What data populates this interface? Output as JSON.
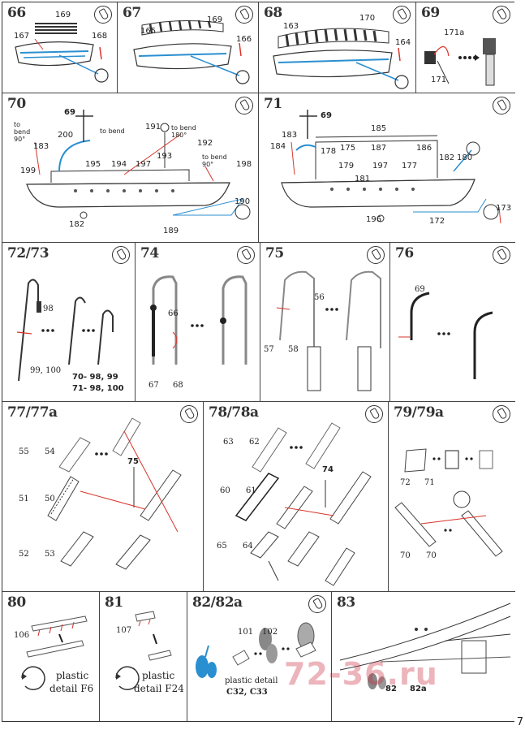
{
  "page_number": "7",
  "watermark": "72-36.ru",
  "steps": {
    "s66": {
      "label": "66",
      "parts": [
        "169",
        "167",
        "168"
      ]
    },
    "s67": {
      "label": "67",
      "parts": [
        "169",
        "165",
        "166"
      ]
    },
    "s68": {
      "label": "68",
      "parts": [
        "163",
        "170",
        "164"
      ]
    },
    "s69": {
      "label": "69",
      "parts": [
        "171a",
        "171"
      ]
    },
    "s70": {
      "label": "70",
      "parts": [
        "69",
        "200",
        "183",
        "199",
        "195",
        "194",
        "191",
        "193",
        "192",
        "198",
        "197",
        "190",
        "189",
        "182"
      ],
      "notes": [
        "to bend 90°",
        "to bend",
        "to bend 180°",
        "to bend 90°"
      ]
    },
    "s71": {
      "label": "71",
      "parts": [
        "69",
        "185",
        "183",
        "184",
        "178",
        "175",
        "187",
        "186",
        "182",
        "180",
        "179",
        "181",
        "197",
        "177",
        "196",
        "172",
        "173"
      ]
    },
    "s7273": {
      "label": "72/73",
      "parts": [
        "98",
        "99, 100"
      ],
      "refs": [
        "70- 98, 99",
        "71- 98, 100"
      ]
    },
    "s74": {
      "label": "74",
      "parts": [
        "66",
        "67",
        "68"
      ]
    },
    "s75": {
      "label": "75",
      "parts": [
        "56",
        "57",
        "58"
      ]
    },
    "s76": {
      "label": "76",
      "parts": [
        "69"
      ]
    },
    "s7777a": {
      "label": "77/77a",
      "parts": [
        "55",
        "54",
        "75",
        "51",
        "50",
        "52",
        "53"
      ]
    },
    "s7878a": {
      "label": "78/78a",
      "parts": [
        "63",
        "62",
        "74",
        "60",
        "61",
        "65",
        "64"
      ]
    },
    "s7979a": {
      "label": "79/79a",
      "parts": [
        "72",
        "71",
        "70",
        "70"
      ]
    },
    "s80": {
      "label": "80",
      "parts": [
        "106"
      ],
      "note1": "plastic",
      "note2": "detail F6"
    },
    "s81": {
      "label": "81",
      "parts": [
        "107"
      ],
      "note1": "plastic",
      "note2": "detail F24"
    },
    "s8282a": {
      "label": "82/82a",
      "parts": [
        "101",
        "102"
      ],
      "note1": "plastic detail",
      "note2": "C32, C33"
    },
    "s83": {
      "label": "83",
      "parts": [
        "82",
        "82a"
      ]
    }
  },
  "colors": {
    "accent_red": "#d8342a",
    "accent_blue": "#2a8fd0",
    "line": "#333333"
  }
}
